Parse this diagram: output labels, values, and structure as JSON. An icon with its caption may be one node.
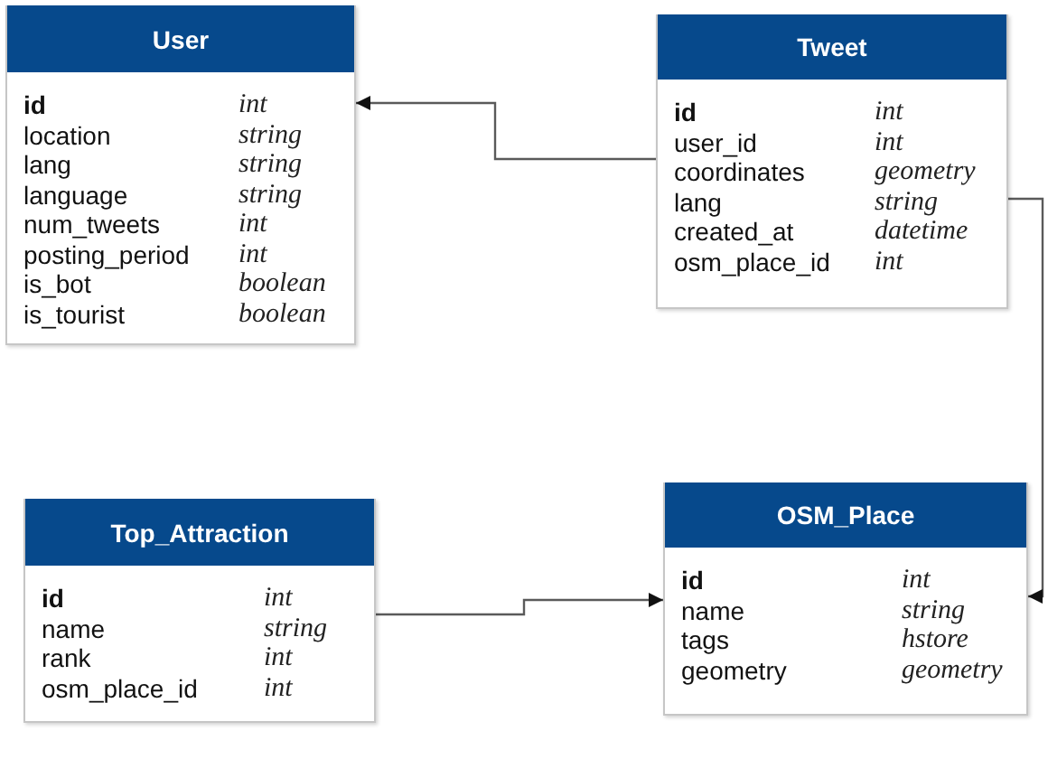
{
  "diagram": {
    "nodes": [
      {
        "text": [
          "User",
          "id",
          "int",
          "location",
          "string",
          "lang",
          "string",
          "language",
          "string",
          "num_tweets",
          "int",
          "posting_period",
          "int",
          "is_bot",
          "boolean",
          "is_tourist",
          "boolean"
        ]
      },
      {
        "text": [
          "Tweet",
          "id",
          "int",
          "user_id",
          "int",
          "coordinates",
          "geometry",
          "lang",
          "string",
          "created_at",
          "datetime",
          "osm_place_id",
          "int"
        ]
      },
      {
        "text": [
          "Top_Attraction",
          "id",
          "int",
          "name",
          "string",
          "rank",
          "int",
          "osm_place_id",
          "int"
        ]
      },
      {
        "text": [
          "OSM_Place",
          "id",
          "int",
          "name",
          "string",
          "tags",
          "hstore",
          "geometry",
          "geometry"
        ]
      }
    ],
    "edges": [
      {
        "from": 1,
        "to": 0,
        "arrow": "to"
      },
      {
        "from": 1,
        "to": 3,
        "arrow": "to"
      },
      {
        "from": 2,
        "to": 3,
        "arrow": "to"
      }
    ]
  }
}
